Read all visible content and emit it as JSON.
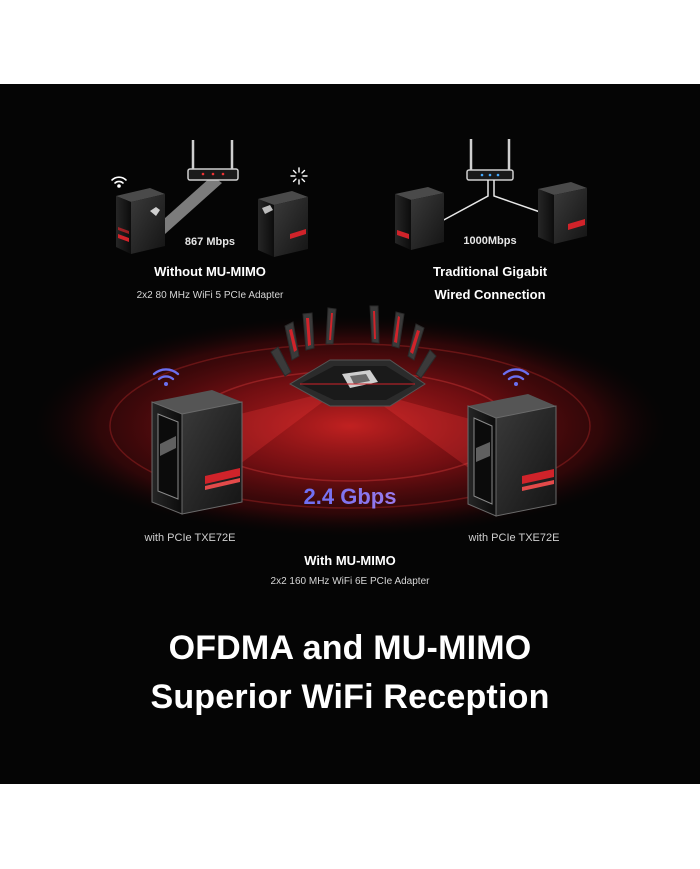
{
  "top_left": {
    "speed": "867 Mbps",
    "title": "Without MU-MIMO",
    "subtitle": "2x2 80 MHz WiFi 5 PCIe Adapter"
  },
  "top_right": {
    "speed": "1000Mbps",
    "title_line1": "Traditional Gigabit",
    "title_line2": "Wired Connection"
  },
  "center": {
    "speed": "2.4 Gbps",
    "left_pc_label": "with PCIe TXE72E",
    "right_pc_label": "with PCIe TXE72E",
    "title": "With MU-MIMO",
    "subtitle": "2x2 160 MHz WiFi 6E PCIe Adapter"
  },
  "headline": {
    "line1": "OFDMA and MU-MIMO",
    "line2": "Superior WiFi Reception"
  },
  "colors": {
    "background": "#050505",
    "accent_red": "#d0232a",
    "wifi_purple": "#6b6ff0"
  }
}
